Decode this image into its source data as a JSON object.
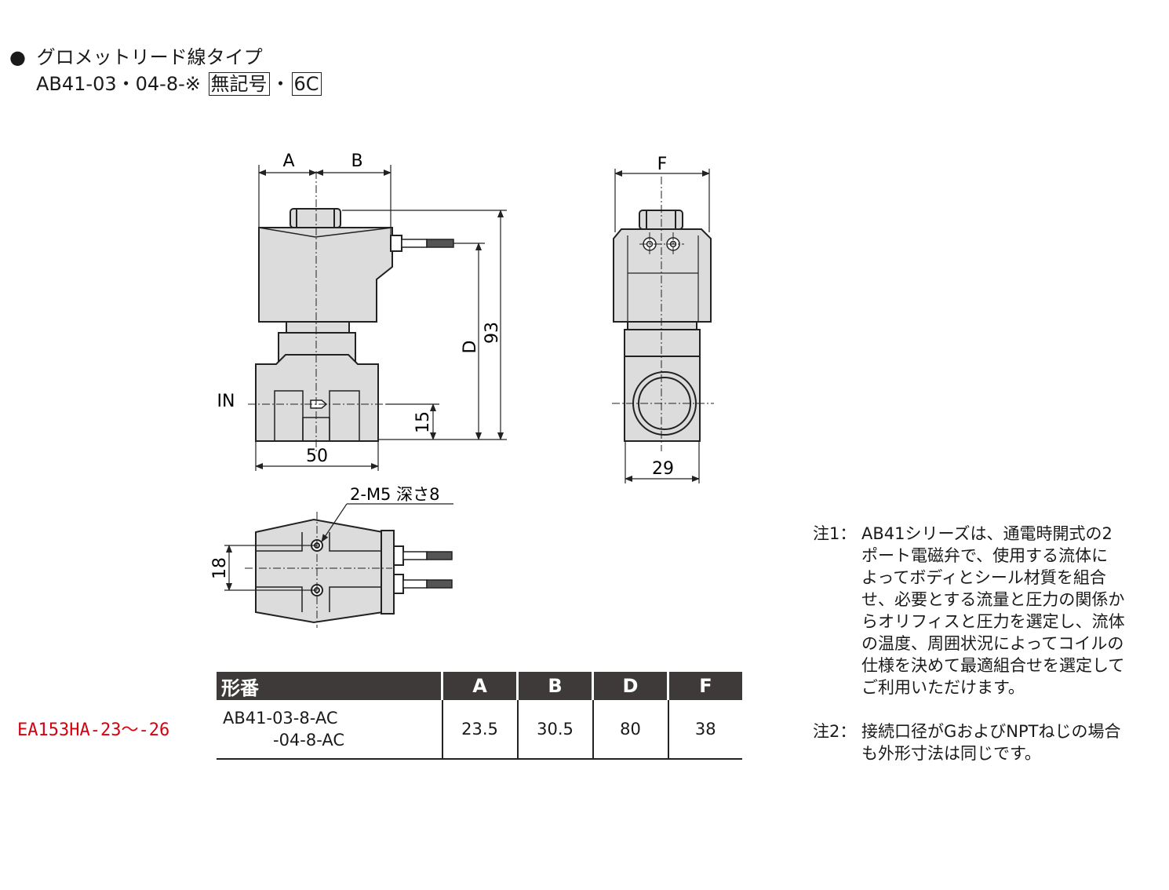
{
  "header": {
    "title": "グロメットリード線タイプ",
    "model_prefix": "AB41-03・04-8-※",
    "box1": "無記号",
    "separator": "・",
    "box2": "6C"
  },
  "front_view": {
    "label_a": "A",
    "label_b": "B",
    "label_d": "D",
    "label_93": "93",
    "label_in": "IN",
    "label_15": "15",
    "label_50": "50"
  },
  "side_view": {
    "label_f": "F",
    "label_29": "29"
  },
  "top_view": {
    "label_m5": "2-M5 深さ8",
    "label_18": "18"
  },
  "table": {
    "headers": [
      "形番",
      "A",
      "B",
      "D",
      "F"
    ],
    "model_line1": "AB41-03-8-AC",
    "model_line2": "-04-8-AC",
    "values": [
      "23.5",
      "30.5",
      "80",
      "38"
    ]
  },
  "side_label": "EA153HA-23～-26",
  "notes": {
    "n1_label": "注1：",
    "n1_lines": [
      "AB41シリーズは、通電時開式の2",
      "ポート電磁弁で、使用する流体に",
      "よってボディとシール材質を組合",
      "せ、必要とする流量と圧力の関係か",
      "らオリフィスと圧力を選定し、流体",
      "の温度、周囲状況によってコイルの",
      "仕様を決めて最適組合せを選定して",
      "ご利用いただけます。"
    ],
    "n2_label": "注2：",
    "n2_lines": [
      "接続口径がGおよびNPTねじの場合",
      "も外形寸法は同じです。"
    ]
  },
  "colors": {
    "fill": "#dcdcdc",
    "line": "#222222",
    "header_bg": "#3e3a39",
    "accent": "#d7000f"
  }
}
